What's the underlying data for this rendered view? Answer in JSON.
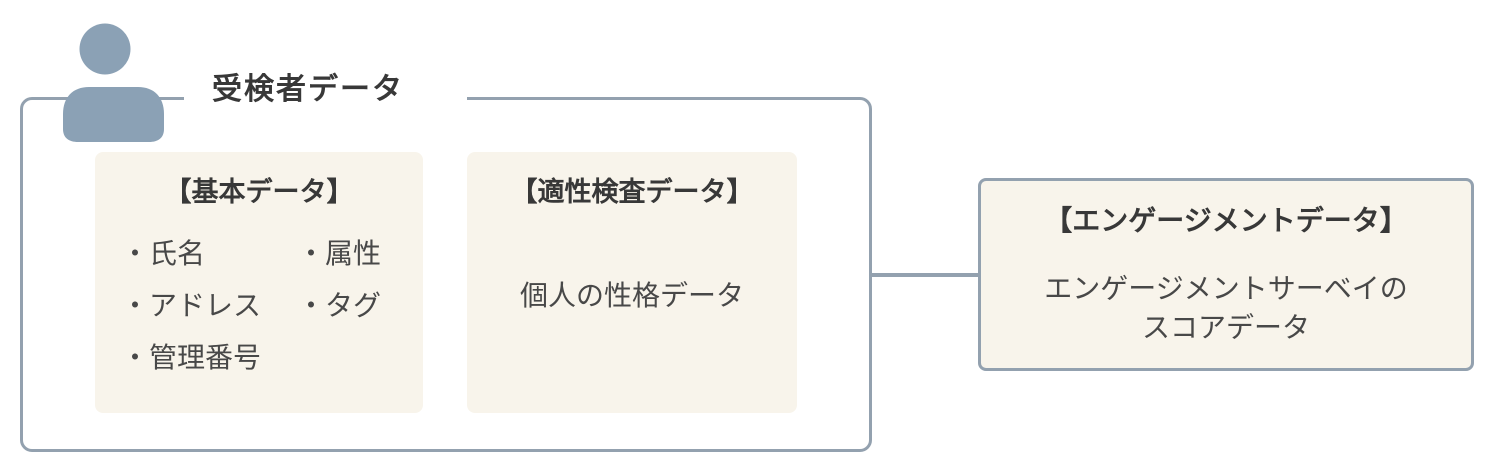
{
  "colors": {
    "accent": "#8ba1b5",
    "border": "#93a1af",
    "panel_bg": "#f8f4eb",
    "heading_text": "#383838",
    "body_text": "#484848",
    "page_bg": "#ffffff"
  },
  "examinee_group": {
    "title": "受検者データ",
    "icon": "person-icon",
    "basic_box": {
      "title": "【基本データ】",
      "rows": [
        {
          "left": "・氏名",
          "right": "・属性"
        },
        {
          "left": "・アドレス",
          "right": "・タグ"
        },
        {
          "left": "・管理番号",
          "right": ""
        }
      ]
    },
    "aptitude_box": {
      "title": "【適性検査データ】",
      "body": "個人の性格データ"
    }
  },
  "engagement_box": {
    "title": "【エンゲージメントデータ】",
    "body_line1": "エンゲージメントサーベイの",
    "body_line2": "スコアデータ"
  }
}
